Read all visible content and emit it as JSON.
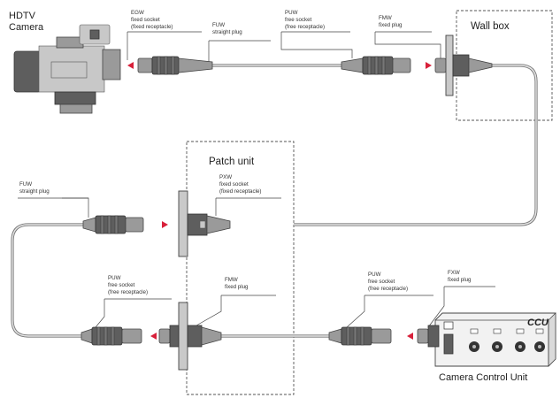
{
  "labels": {
    "camera_line1": "HDTV",
    "camera_line2": "Camera",
    "wall_box": "Wall box",
    "patch_unit": "Patch unit",
    "ccu_badge": "CCU",
    "ccu_caption": "Camera Control Unit",
    "conn_cam_a": "EGW",
    "conn_cam_b": "fixed socket",
    "conn_cam_c": "(fixed receptacle)",
    "conn_plug1_a": "FUW",
    "conn_plug1_b": "straight plug",
    "conn_sock1_a": "PUW",
    "conn_sock1_b": "free socket",
    "conn_sock1_c": "(free receptacle)",
    "conn_wall_a": "FMW",
    "conn_wall_b": "fixed plug",
    "conn_plug2_a": "FUW",
    "conn_plug2_b": "straight plug",
    "conn_patch1_a": "PXW",
    "conn_patch1_b": "fixed socket",
    "conn_patch1_c": "(fixed receptacle)",
    "conn_sock2_a": "PUW",
    "conn_sock2_b": "free socket",
    "conn_sock2_c": "(free receptacle)",
    "conn_patch2_a": "FMW",
    "conn_patch2_b": "fixed plug",
    "conn_sock3_a": "PUW",
    "conn_sock3_b": "free socket",
    "conn_sock3_c": "(free receptacle)",
    "conn_ccu_a": "FXW",
    "conn_ccu_b": "fixed plug"
  },
  "colors": {
    "arrow": "#d8203a",
    "cable": "#777777"
  }
}
